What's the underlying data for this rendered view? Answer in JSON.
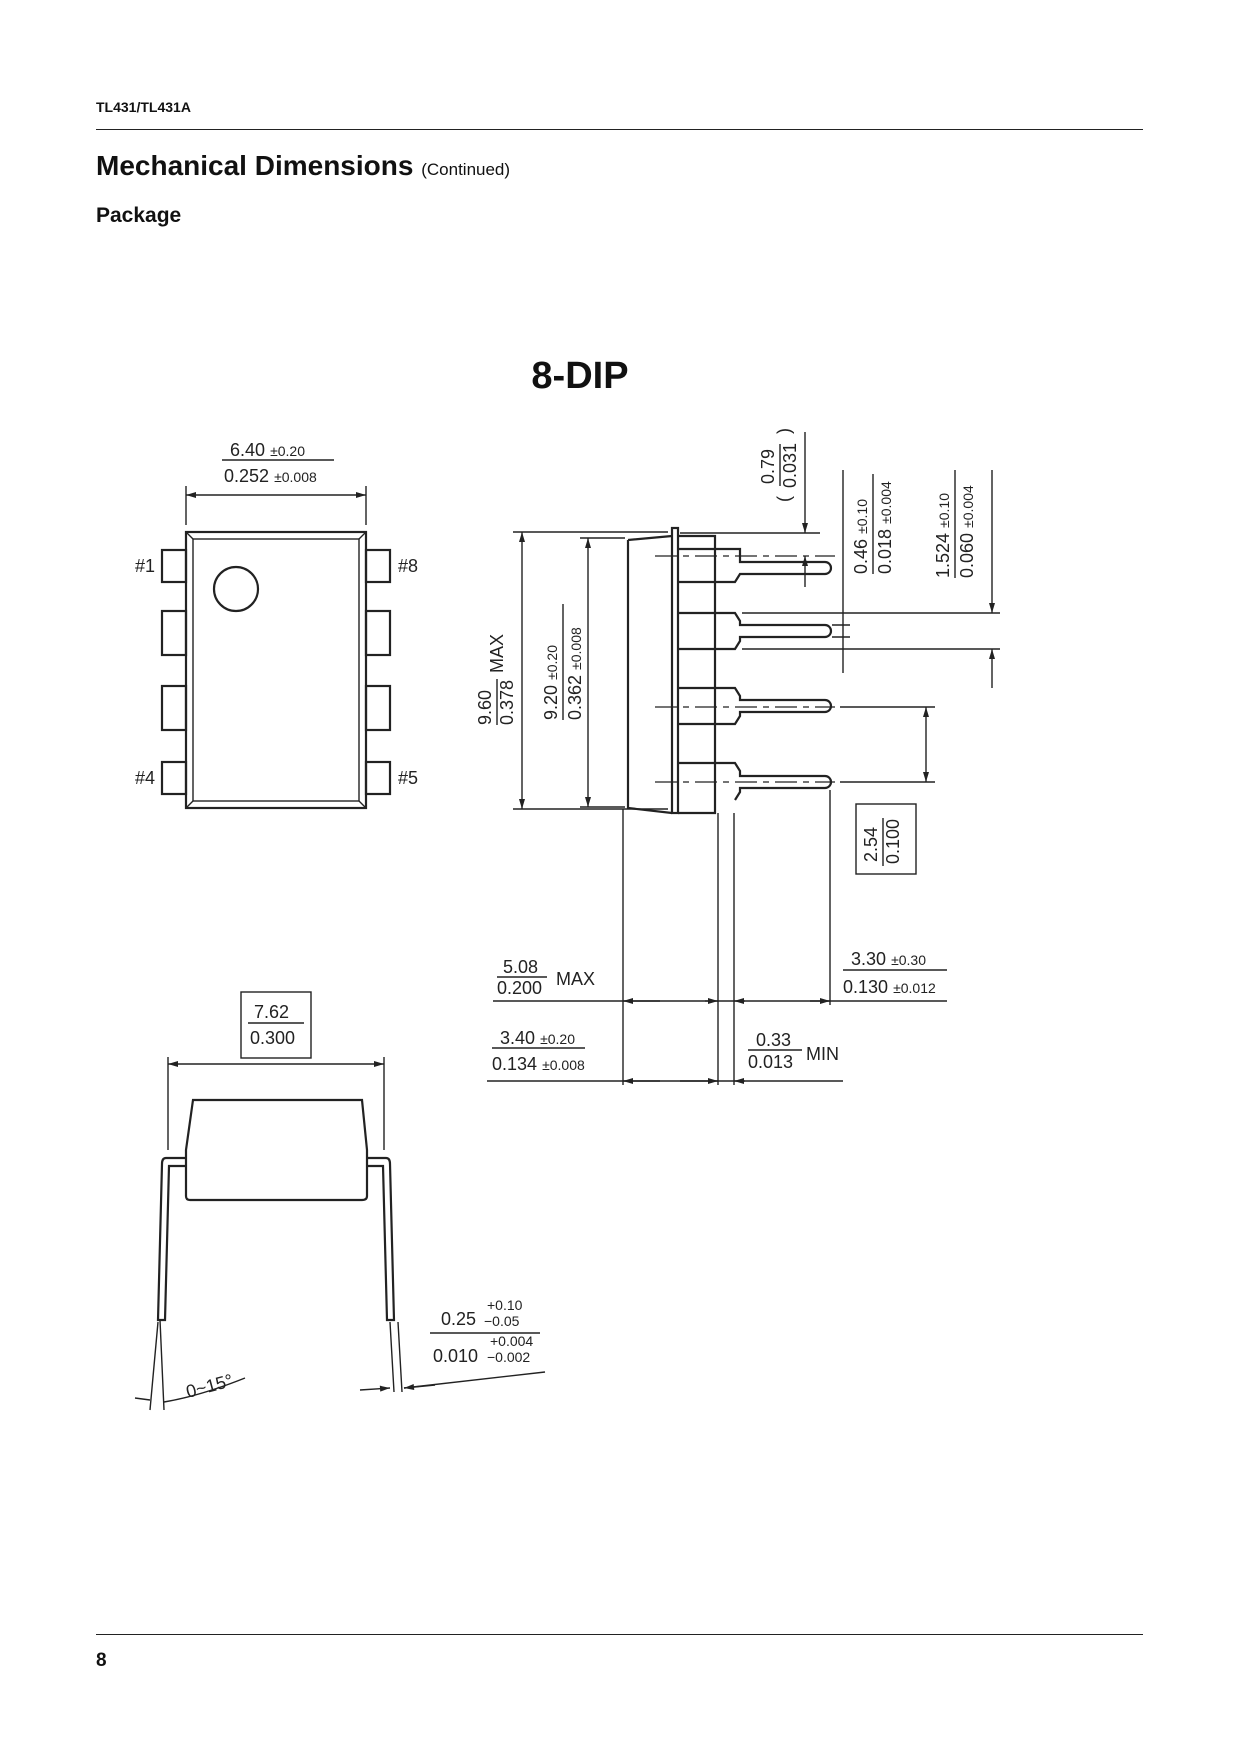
{
  "header": {
    "part": "TL431/TL431A"
  },
  "title": {
    "main": "Mechanical Dimensions",
    "note": "(Continued)"
  },
  "subtitle": "Package",
  "package_name": "8-DIP",
  "pins": {
    "p1": "#1",
    "p4": "#4",
    "p5": "#5",
    "p8": "#8"
  },
  "dims": {
    "width_mm": "6.40",
    "width_mm_tol": "±0.20",
    "width_in": "0.252",
    "width_in_tol": "±0.008",
    "len_max_mm": "9.60",
    "len_max_in": "0.378",
    "max": "MAX",
    "len_mm": "9.20",
    "len_mm_tol": "±0.20",
    "len_in": "0.362",
    "len_in_tol": "±0.008",
    "lead_off_mm": "0.79",
    "lead_off_in": "0.031",
    "paren_open": "(",
    "paren_close": ")",
    "lead_w_mm": "0.46",
    "lead_w_mm_tol": "±0.10",
    "lead_w_in": "0.018",
    "lead_w_in_tol": "±0.004",
    "shoulder_mm": "1.524",
    "shoulder_mm_tol": "±0.10",
    "shoulder_in": "0.060",
    "shoulder_in_tol": "±0.004",
    "pitch_mm": "2.54",
    "pitch_in": "0.100",
    "height_mm": "5.08",
    "height_in": "0.200",
    "lead_len_mm": "3.30",
    "lead_len_mm_tol": "±0.30",
    "lead_len_in": "0.130",
    "lead_len_in_tol": "±0.012",
    "body_h_mm": "3.40",
    "body_h_mm_tol": "±0.20",
    "body_h_in": "0.134",
    "body_h_in_tol": "±0.008",
    "standoff_mm": "0.33",
    "standoff_in": "0.013",
    "min": "MIN",
    "row_mm": "7.62",
    "row_in": "0.300",
    "thick_mm": "0.25",
    "thick_mm_plus": "+0.10",
    "thick_mm_minus": "−0.05",
    "thick_in": "0.010",
    "thick_in_plus": "+0.004",
    "thick_in_minus": "−0.002",
    "angle": "0~15°"
  },
  "footer": {
    "page": "8"
  }
}
